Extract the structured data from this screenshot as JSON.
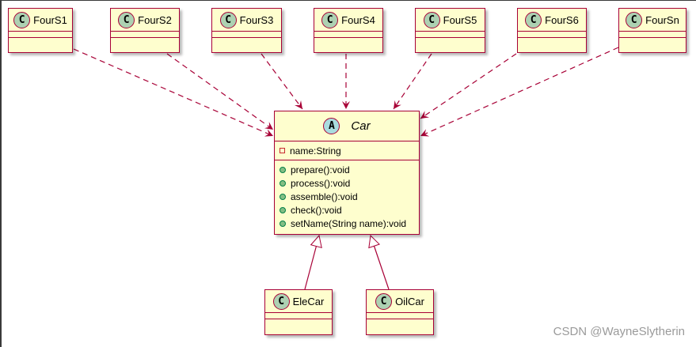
{
  "diagram": {
    "type": "uml-class-diagram",
    "colors": {
      "class_fill": "#fefece",
      "class_border": "#a80036",
      "class_badge": "#add1b2",
      "abstract_badge": "#a9dcdf",
      "arrow": "#a80036",
      "frame": "#3a3a3a",
      "private_marker": "#c82930",
      "public_marker": "#84be84"
    },
    "nodes": [
      {
        "id": "FourS1",
        "kind": "class",
        "stereotype": "C",
        "name": "FourS1"
      },
      {
        "id": "FourS2",
        "kind": "class",
        "stereotype": "C",
        "name": "FourS2"
      },
      {
        "id": "FourS3",
        "kind": "class",
        "stereotype": "C",
        "name": "FourS3"
      },
      {
        "id": "FourS4",
        "kind": "class",
        "stereotype": "C",
        "name": "FourS4"
      },
      {
        "id": "FourS5",
        "kind": "class",
        "stereotype": "C",
        "name": "FourS5"
      },
      {
        "id": "FourS6",
        "kind": "class",
        "stereotype": "C",
        "name": "FourS6"
      },
      {
        "id": "FourSn",
        "kind": "class",
        "stereotype": "C",
        "name": "FourSn"
      },
      {
        "id": "Car",
        "kind": "abstract",
        "stereotype": "A",
        "name": "Car",
        "attributes": [
          {
            "visibility": "private",
            "text": "name:String"
          }
        ],
        "methods": [
          {
            "visibility": "public",
            "text": "prepare():void"
          },
          {
            "visibility": "public",
            "text": "process():void"
          },
          {
            "visibility": "public",
            "text": "assemble():void"
          },
          {
            "visibility": "public",
            "text": "check():void"
          },
          {
            "visibility": "public",
            "text": "setName(String name):void"
          }
        ]
      },
      {
        "id": "EleCar",
        "kind": "class",
        "stereotype": "C",
        "name": "EleCar"
      },
      {
        "id": "OilCar",
        "kind": "class",
        "stereotype": "C",
        "name": "OilCar"
      }
    ],
    "edges": [
      {
        "from": "FourS1",
        "to": "Car",
        "type": "dependency"
      },
      {
        "from": "FourS2",
        "to": "Car",
        "type": "dependency"
      },
      {
        "from": "FourS3",
        "to": "Car",
        "type": "dependency"
      },
      {
        "from": "FourS4",
        "to": "Car",
        "type": "dependency"
      },
      {
        "from": "FourS5",
        "to": "Car",
        "type": "dependency"
      },
      {
        "from": "FourS6",
        "to": "Car",
        "type": "dependency"
      },
      {
        "from": "FourSn",
        "to": "Car",
        "type": "dependency"
      },
      {
        "from": "EleCar",
        "to": "Car",
        "type": "inheritance"
      },
      {
        "from": "OilCar",
        "to": "Car",
        "type": "inheritance"
      }
    ]
  },
  "watermark": "CSDN @WayneSlytherin"
}
